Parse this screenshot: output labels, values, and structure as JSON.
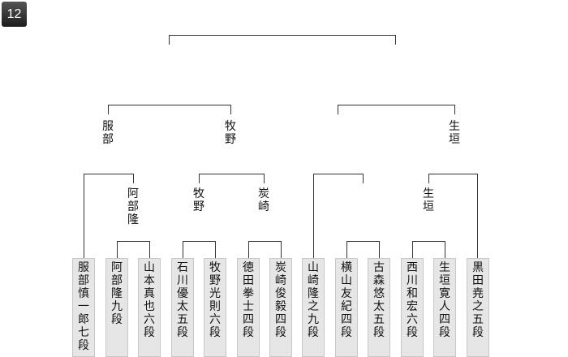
{
  "badge": "12",
  "bracket": {
    "r2": {
      "left": "服部",
      "right": "牧野",
      "far_right": "生垣"
    },
    "r3": {
      "aabe": "阿部隆",
      "makino": "牧野",
      "sumizaki": "炭崎",
      "nishigaki": "生垣"
    },
    "players": [
      "服部慎一郎七段",
      "阿部　隆九段",
      "山本真也六段",
      "石川優太五段",
      "牧野光則六段",
      "徳田拳士四段",
      "炭崎俊毅四段",
      "山崎隆之九段",
      "横山友紀四段",
      "古森悠太五段",
      "西川和宏六段",
      "生垣寛人四段",
      "黒田尭之五段"
    ]
  },
  "colors": {
    "line": "#333333",
    "box": "#e6e6e6"
  }
}
